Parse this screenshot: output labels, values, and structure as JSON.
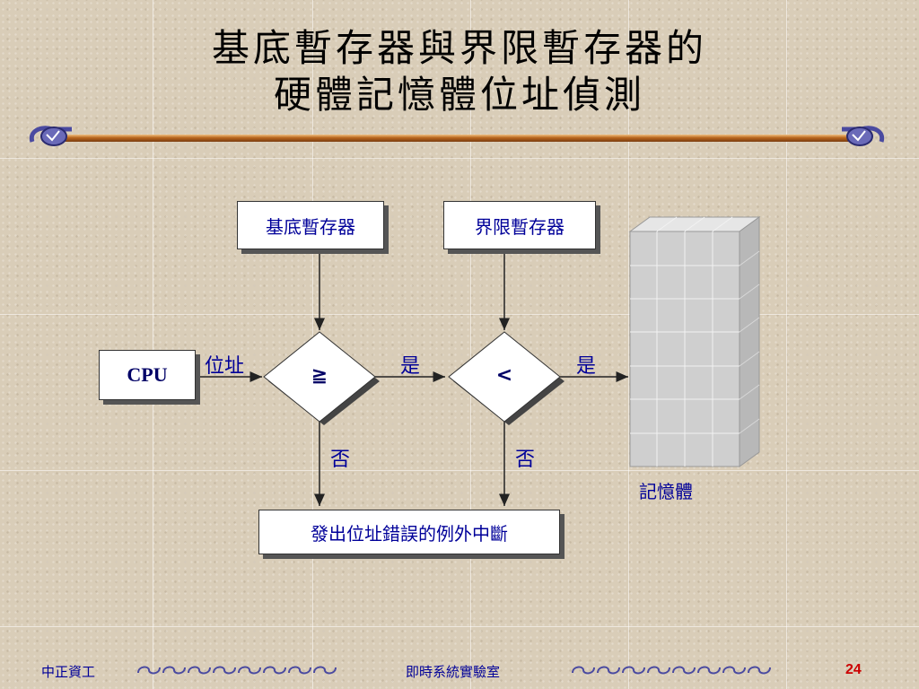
{
  "slide": {
    "title_line1": "基底暫存器與界限暫存器的",
    "title_line2": "硬體記憶體位址偵測"
  },
  "diagram": {
    "base_register": "基底暫存器",
    "limit_register": "界限暫存器",
    "cpu": "CPU",
    "address_label": "位址",
    "compare_ge": "≧",
    "compare_lt": "<",
    "yes1": "是",
    "yes2": "是",
    "no1": "否",
    "no2": "否",
    "trap": "發出位址錯誤的例外中斷",
    "memory_label": "記憶體"
  },
  "footer": {
    "left": "中正資工",
    "center": "即時系統實驗室",
    "page_number": "24"
  },
  "colors": {
    "text_blue": "#000099",
    "rule_orange": "#b8651c",
    "page_number_red": "#cc0000",
    "memory_gray": "#c8c8c8"
  }
}
